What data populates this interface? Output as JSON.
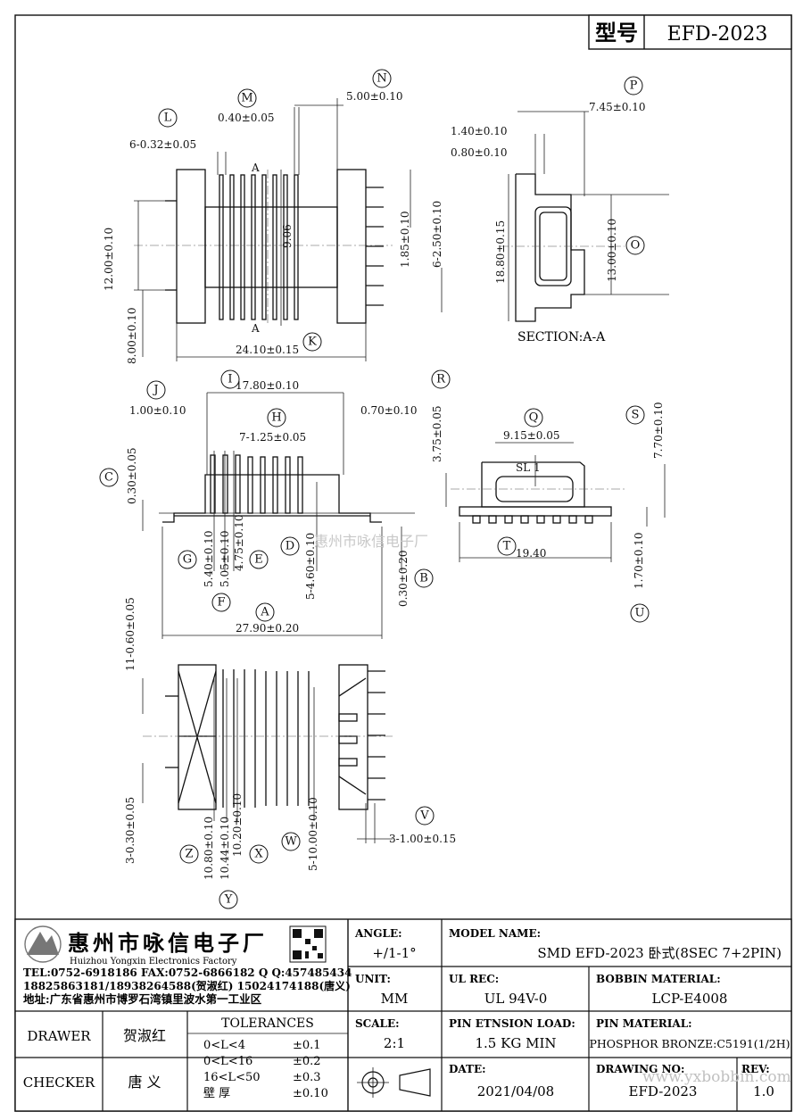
{
  "model_box": {
    "label": "型号",
    "value": "EFD-2023"
  },
  "dims": {
    "L": "6-0.32±0.05",
    "M": "0.40±0.05",
    "N": "5.00±0.10",
    "h12": "12.00±0.10",
    "h8": "8.00±0.10",
    "h906": "9.06",
    "h185": "1.85±0.10",
    "h250": "6-2.50±0.10",
    "K": "24.10±0.15",
    "P": "7.45±0.10",
    "d140": "1.40±0.10",
    "d080": "0.80±0.10",
    "h1880": "18.80±0.15",
    "O": "13.00±0.10",
    "section": "SECTION:A-A",
    "I": "17.80±0.10",
    "J": "1.00±0.10",
    "d070": "0.70±0.10",
    "H": "7-1.25±0.05",
    "C": "0.30±0.05",
    "G": "5.40±0.10",
    "F": "5.05±0.10",
    "E": "4.75±0.10",
    "D": "5-4.60±0.10",
    "B": "0.30±0.20",
    "A": "27.90±0.20",
    "R": "3.75±0.05",
    "Q": "9.15±0.05",
    "sl": "SL 1",
    "S": "7.70±0.10",
    "T": "19.40",
    "U": "1.70±0.10",
    "e11": "11-0.60±0.05",
    "e3": "3-0.30±0.05",
    "Z": "10.80±0.10",
    "Y": "10.44±0.10",
    "X": "10.20±0.10",
    "W": "5-10.00±0.10",
    "V": "3-1.00±0.15",
    "section_mark": "A"
  },
  "callouts": [
    "L",
    "M",
    "N",
    "K",
    "P",
    "O",
    "J",
    "I",
    "H",
    "C",
    "G",
    "E",
    "D",
    "F",
    "B",
    "A",
    "R",
    "Q",
    "S",
    "T",
    "U",
    "Z",
    "X",
    "W",
    "Y",
    "V"
  ],
  "watermark_center": "惠州市咏信电子厂",
  "watermark_url": "www.yxbobbin.com",
  "company": {
    "name_cn": "惠州市咏信电子厂",
    "name_en": "Huizhou Yongxin Electronics Factory",
    "tel": "TEL:0752-6918186  FAX:0752-6866182  Q Q:457485434",
    "phones": "18825863181/18938264588(贺淑红)  15024174188(唐义)",
    "address": "地址:广东省惠州市博罗石湾镇里波水第一工业区"
  },
  "title_block": {
    "angle_label": "ANGLE:",
    "angle_value": "+/1-1°",
    "model_label": "MODEL NAME:",
    "model_value": "SMD EFD-2023 卧式(8SEC 7+2PIN)",
    "unit_label": "UNIT:",
    "unit_value": "MM",
    "ul_label": "UL REC:",
    "ul_value": "UL 94V-0",
    "bobbin_label": "BOBBIN MATERIAL:",
    "bobbin_value": "LCP-E4008",
    "drawer_label": "DRAWER",
    "drawer_value": "贺淑红",
    "checker_label": "CHECKER",
    "checker_value": "唐 义",
    "tol_title": "TOLERANCES",
    "tol": [
      {
        "range": "0<L<4",
        "value": "±0.1"
      },
      {
        "range": "0<L<16",
        "value": "±0.2"
      },
      {
        "range": "16<L<50",
        "value": "±0.3"
      },
      {
        "range": "壁  厚",
        "value": "±0.10"
      }
    ],
    "scale_label": "SCALE:",
    "scale_value": "2:1",
    "load_label": "PIN ETNSION LOAD:",
    "load_value": "1.5 KG MIN",
    "pinmat_label": "PIN MATERIAL:",
    "pinmat_value": "PHOSPHOR BRONZE:C5191(1/2H)",
    "date_label": "DATE:",
    "date_value": "2021/04/08",
    "drawno_label": "DRAWING NO:",
    "drawno_value": "EFD-2023",
    "rev_label": "REV:",
    "rev_value": "1.0"
  }
}
